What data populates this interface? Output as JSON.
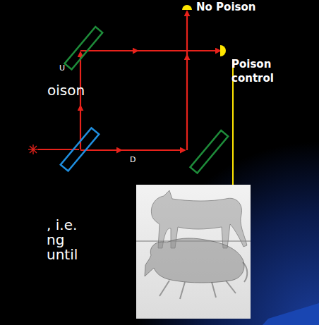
{
  "diagram": {
    "nodes": [
      {
        "text": [
          "No Poison"
        ]
      },
      {
        "text": [
          "Poison control"
        ]
      }
    ],
    "labels": [
      "oison",
      "U",
      "D",
      ", i.e.",
      "ng",
      "until"
    ]
  }
}
